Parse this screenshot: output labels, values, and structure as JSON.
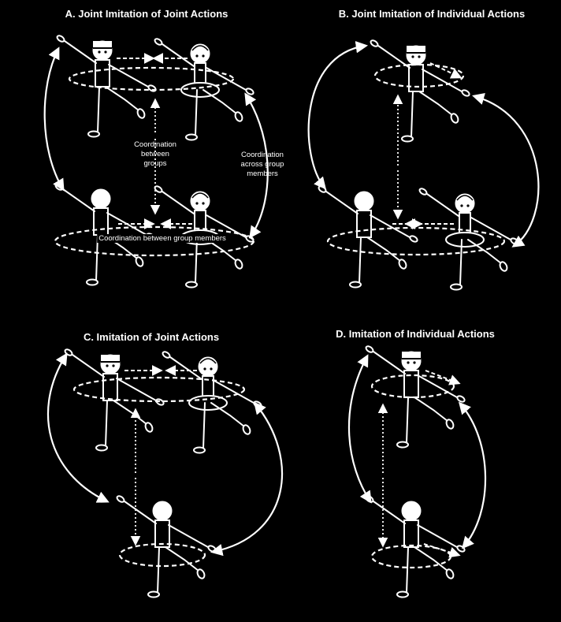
{
  "panels": {
    "a": {
      "title": "A. Joint Imitation of Joint Actions"
    },
    "b": {
      "title": "B. Joint Imitation of Individual Actions"
    },
    "c": {
      "title": "C. Imitation of Joint Actions"
    },
    "d": {
      "title": "D. Imitation of Individual Actions"
    }
  },
  "annotations": {
    "between_groups": [
      "Coordination",
      "between",
      "groups"
    ],
    "across_members": [
      "Coordination",
      "across group",
      "members"
    ],
    "between_members": "Coordination between group members"
  },
  "colors": {
    "background": "#000000",
    "foreground": "#ffffff"
  }
}
